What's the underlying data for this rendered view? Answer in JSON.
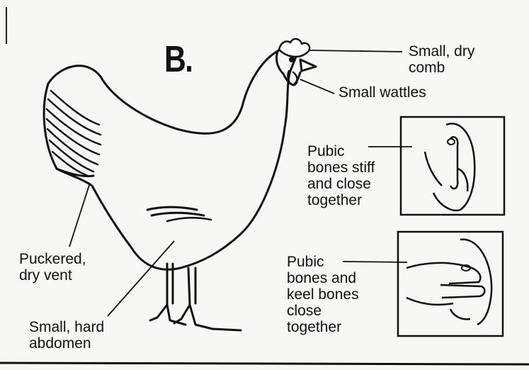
{
  "panel_letter": "B.",
  "labels": {
    "comb": [
      "Small, dry",
      "comb"
    ],
    "wattles": [
      "Small wattles"
    ],
    "pubic_stiff": [
      "Pubic",
      "bones stiff",
      "and close",
      "together"
    ],
    "pubic_keel": [
      "Pubic",
      "bones and",
      "keel bones",
      "close",
      "together"
    ],
    "vent": [
      "Puckered,",
      "dry vent"
    ],
    "abdomen": [
      "Small, hard",
      "abdomen"
    ]
  }
}
